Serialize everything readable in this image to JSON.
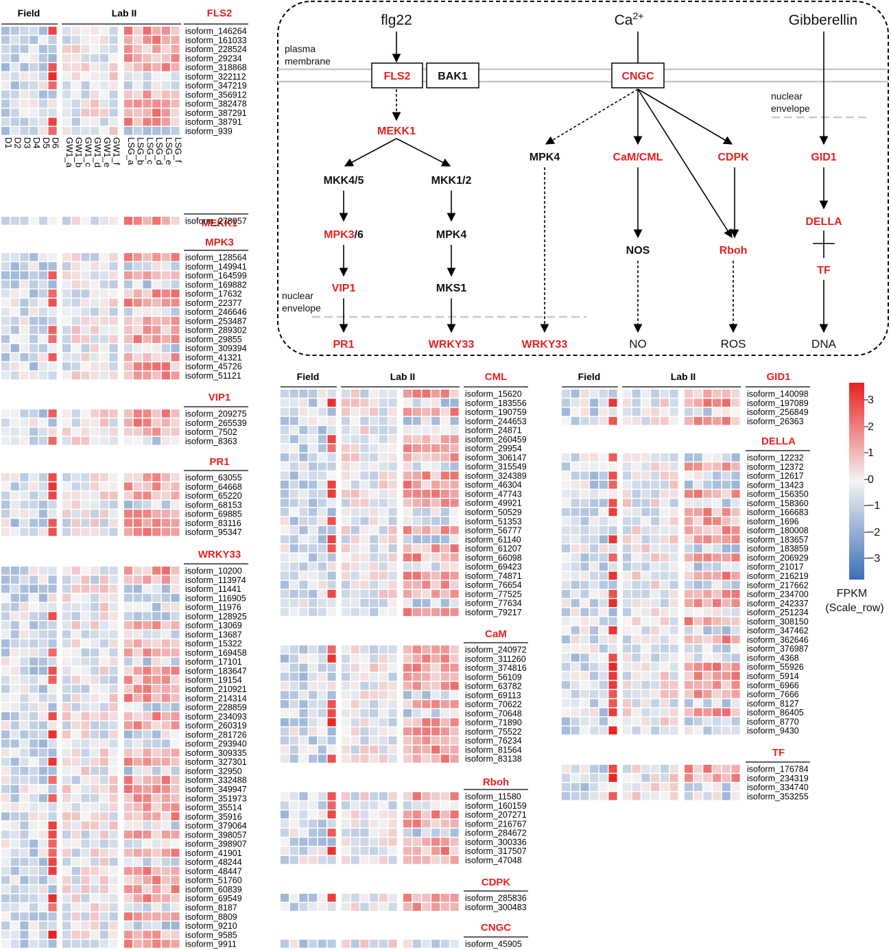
{
  "groups_header": {
    "field": "Field",
    "lab": "Lab II"
  },
  "column_labels": [
    "D1",
    "D2",
    "D3",
    "D4",
    "D5",
    "D6",
    "GW1_a",
    "GW1_b",
    "GW1_c",
    "GW1_d",
    "GW1_e",
    "GW1_f",
    "LSG_a",
    "LSG_b",
    "LSG_c",
    "LSG_d",
    "LSG_e",
    "LSG_f"
  ],
  "heatmaps": [
    {
      "id": "FLS2",
      "title": "FLS2",
      "isoforms": [
        "isoform_146264",
        "isoform_161033",
        "isoform_228524",
        "isoform_29234",
        "isoform_318868",
        "isoform_322112",
        "isoform_347219",
        "isoform_356912",
        "isoform_382478",
        "isoform_387291",
        "isoform_38791",
        "isoform_939"
      ]
    },
    {
      "id": "MEKK1",
      "title": "MEKK1",
      "isoforms": [
        "isoform_278057"
      ]
    },
    {
      "id": "MPK3",
      "title": "MPK3",
      "isoforms": [
        "isoform_128564",
        "isoform_149941",
        "isoform_164599",
        "isoform_169882",
        "isoform_17632",
        "isoform_22377",
        "isoform_246646",
        "isoform_253487",
        "isoform_289302",
        "isoform_29855",
        "isoform_309394",
        "isoform_41321",
        "isoform_45726",
        "isoform_51121"
      ]
    },
    {
      "id": "VIP1",
      "title": "VIP1",
      "isoforms": [
        "isoform_209275",
        "isoform_265539",
        "isoform_7502",
        "isoform_8363"
      ]
    },
    {
      "id": "PR1",
      "title": "PR1",
      "isoforms": [
        "isoform_63055",
        "isoform_64668",
        "isoform_65220",
        "isoform_68153",
        "isoform_69885",
        "isoform_83116",
        "isoform_95347"
      ]
    },
    {
      "id": "WRKY33",
      "title": "WRKY33",
      "isoforms": [
        "isoform_10200",
        "isoform_113974",
        "isoform_11441",
        "isoform_116905",
        "isoform_11976",
        "isoform_128925",
        "isoform_13069",
        "isoform_13687",
        "isoform_15322",
        "isoform_169458",
        "isoform_17101",
        "isoform_183647",
        "isoform_19154",
        "isoform_210921",
        "isoform_214314",
        "isoform_228859",
        "isoform_234093",
        "isoform_260319",
        "isoform_281726",
        "isoform_293940",
        "isoform_309335",
        "isoform_327301",
        "isoform_32950",
        "isoform_332488",
        "isoform_349947",
        "isoform_351973",
        "isoform_35514",
        "isoform_35916",
        "isoform_379064",
        "isoform_398057",
        "isoform_398907",
        "isoform_41901",
        "isoform_48244",
        "isoform_48447",
        "isoform_51760",
        "isoform_60839",
        "isoform_69549",
        "isoform_8187",
        "isoform_8809",
        "isoform_9210",
        "isoform_9585",
        "isoform_9911"
      ]
    },
    {
      "id": "CML",
      "title": "CML",
      "isoforms": [
        "isoform_15620",
        "isoform_183556",
        "isoform_190759",
        "isoform_244653",
        "isoform_24871",
        "isoform_260459",
        "isoform_29954",
        "isoform_306147",
        "isoform_315549",
        "isoform_324389",
        "isoform_46304",
        "isoform_47743",
        "isoform_49921",
        "isoform_50529",
        "isoform_51353",
        "isoform_56777",
        "isoform_61140",
        "isoform_61207",
        "isoform_66098",
        "isoform_69423",
        "isoform_74871",
        "isoform_76654",
        "isoform_77525",
        "isoform_77634",
        "isoform_79217"
      ]
    },
    {
      "id": "CaM",
      "title": "CaM",
      "isoforms": [
        "isoform_240972",
        "isoform_311260",
        "isoform_374816",
        "isoform_56109",
        "isoform_63782",
        "isoform_69113",
        "isoform_70622",
        "isoform_70648",
        "isoform_71890",
        "isoform_75522",
        "isoform_76234",
        "isoform_81564",
        "isoform_83138"
      ]
    },
    {
      "id": "Rboh",
      "title": "Rboh",
      "isoforms": [
        "isoform_11580",
        "isoform_160159",
        "isoform_207271",
        "isoform_216767",
        "isoform_284672",
        "isoform_300336",
        "isoform_317507",
        "isoform_47048"
      ]
    },
    {
      "id": "CDPK",
      "title": "CDPK",
      "isoforms": [
        "isoform_285836",
        "isoform_300483"
      ]
    },
    {
      "id": "CNGC",
      "title": "CNGC",
      "isoforms": [
        "isoform_45905"
      ]
    },
    {
      "id": "GID1",
      "title": "GID1",
      "isoforms": [
        "isoform_140098",
        "isoform_197089",
        "isoform_256849",
        "isoform_26363"
      ]
    },
    {
      "id": "DELLA",
      "title": "DELLA",
      "isoforms": [
        "isoform_12232",
        "isoform_12372",
        "isoform_12617",
        "isoform_13423",
        "isoform_156350",
        "isoform_158360",
        "isoform_166683",
        "isoform_1696",
        "isoform_180008",
        "isoform_183657",
        "isoform_183859",
        "isoform_206929",
        "isoform_21017",
        "isoform_216219",
        "isoform_217662",
        "isoform_234700",
        "isoform_242337",
        "isoform_251234",
        "isoform_308150",
        "isoform_347462",
        "isoform_362646",
        "isoform_376987",
        "isoform_4368",
        "isoform_55926",
        "isoform_5914",
        "isoform_6966",
        "isoform_7666",
        "isoform_8127",
        "isoform_86405",
        "isoform_8770",
        "isoform_9430"
      ]
    },
    {
      "id": "TF",
      "title": "TF",
      "isoforms": [
        "isoform_176784",
        "isoform_234319",
        "isoform_334740",
        "isoform_353255"
      ]
    }
  ],
  "pathway": {
    "signals": {
      "flg22": "flg22",
      "ca": "Ca",
      "ca_sup": "2+",
      "gib": "Gibberellin"
    },
    "notes": {
      "plasma1": "plasma",
      "plasma2": "membrane",
      "nuc1": "nuclear",
      "nuc2": "envelope",
      "nuc3": "nuclear",
      "nuc4": "envelope"
    },
    "nodes": {
      "fls2": "FLS2",
      "bak1": "BAK1",
      "cngc": "CNGC",
      "mekk1": "MEKK1",
      "mkk45": "MKK4/5",
      "mkk12": "MKK1/2",
      "mpk3": "MPK3",
      "mpk3b": "/6",
      "mpk4a": "MPK4",
      "mks1": "MKS1",
      "vip1": "VIP1",
      "pr1": "PR1",
      "wrky33a": "WRKY33",
      "wrky33b": "WRKY33",
      "mpk4b": "MPK4",
      "camcml": "CaM/CML",
      "cdpk": "CDPK",
      "nos": "NOS",
      "rboh": "Rboh",
      "no": "NO",
      "ros": "ROS",
      "gid1": "GID1",
      "della": "DELLA",
      "tf": "TF",
      "dna": "DNA"
    }
  },
  "legend": {
    "ticks": [
      "3",
      "2",
      "1",
      "0",
      "−1",
      "−2",
      "−3"
    ],
    "label1": "FPKM",
    "label2": "(Scale_row)",
    "low_color": "#3a6fb7",
    "mid_color": "#f4f4f4",
    "high_color": "#e8211f"
  },
  "colors": {
    "red": "#e8211f",
    "blue": "#3a6fb7"
  }
}
